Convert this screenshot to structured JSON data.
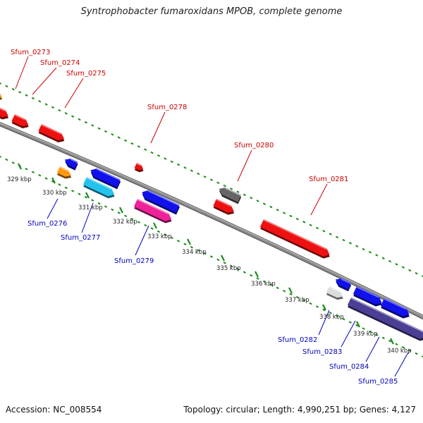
{
  "title": "Syntrophobacter fumaroxidans MPOB, complete genome",
  "footer": {
    "accession": "Accession: NC_008554",
    "summary": "Topology: circular; Length: 4,990,251 bp; Genes: 4,127"
  },
  "colors": {
    "red": "#ee1111",
    "blue": "#1111ee",
    "dark_blue": "#4a3f94",
    "orange": "#ff9911",
    "cyan": "#22c4ee",
    "magenta": "#ee2299",
    "dark_gray": "#666666",
    "light_gray": "#dddddd",
    "backbone": "#8a8a8a",
    "dots": "#1a8a1a",
    "label_top": "#cc0000",
    "label_bottom": "#0000bb"
  },
  "ticks": [
    "329 kbp",
    "330 kbp",
    "331 kbp",
    "332 kbp",
    "333 kbp",
    "334 kbp",
    "335 kbp",
    "336 kbp",
    "337 kbp",
    "338 kbp",
    "339 kbp",
    "340 kbp"
  ],
  "genes_top": [
    {
      "label": "Sfum_0273"
    },
    {
      "label": "Sfum_0274"
    },
    {
      "label": "Sfum_0275"
    },
    {
      "label": "Sfum_0278"
    },
    {
      "label": "Sfum_0280"
    },
    {
      "label": "Sfum_0281"
    }
  ],
  "genes_bottom": [
    {
      "label": "Sfum_0276"
    },
    {
      "label": "Sfum_0277"
    },
    {
      "label": "Sfum_0279"
    },
    {
      "label": "Sfum_0282"
    },
    {
      "label": "Sfum_0283"
    },
    {
      "label": "Sfum_0284"
    },
    {
      "label": "Sfum_0285"
    }
  ]
}
